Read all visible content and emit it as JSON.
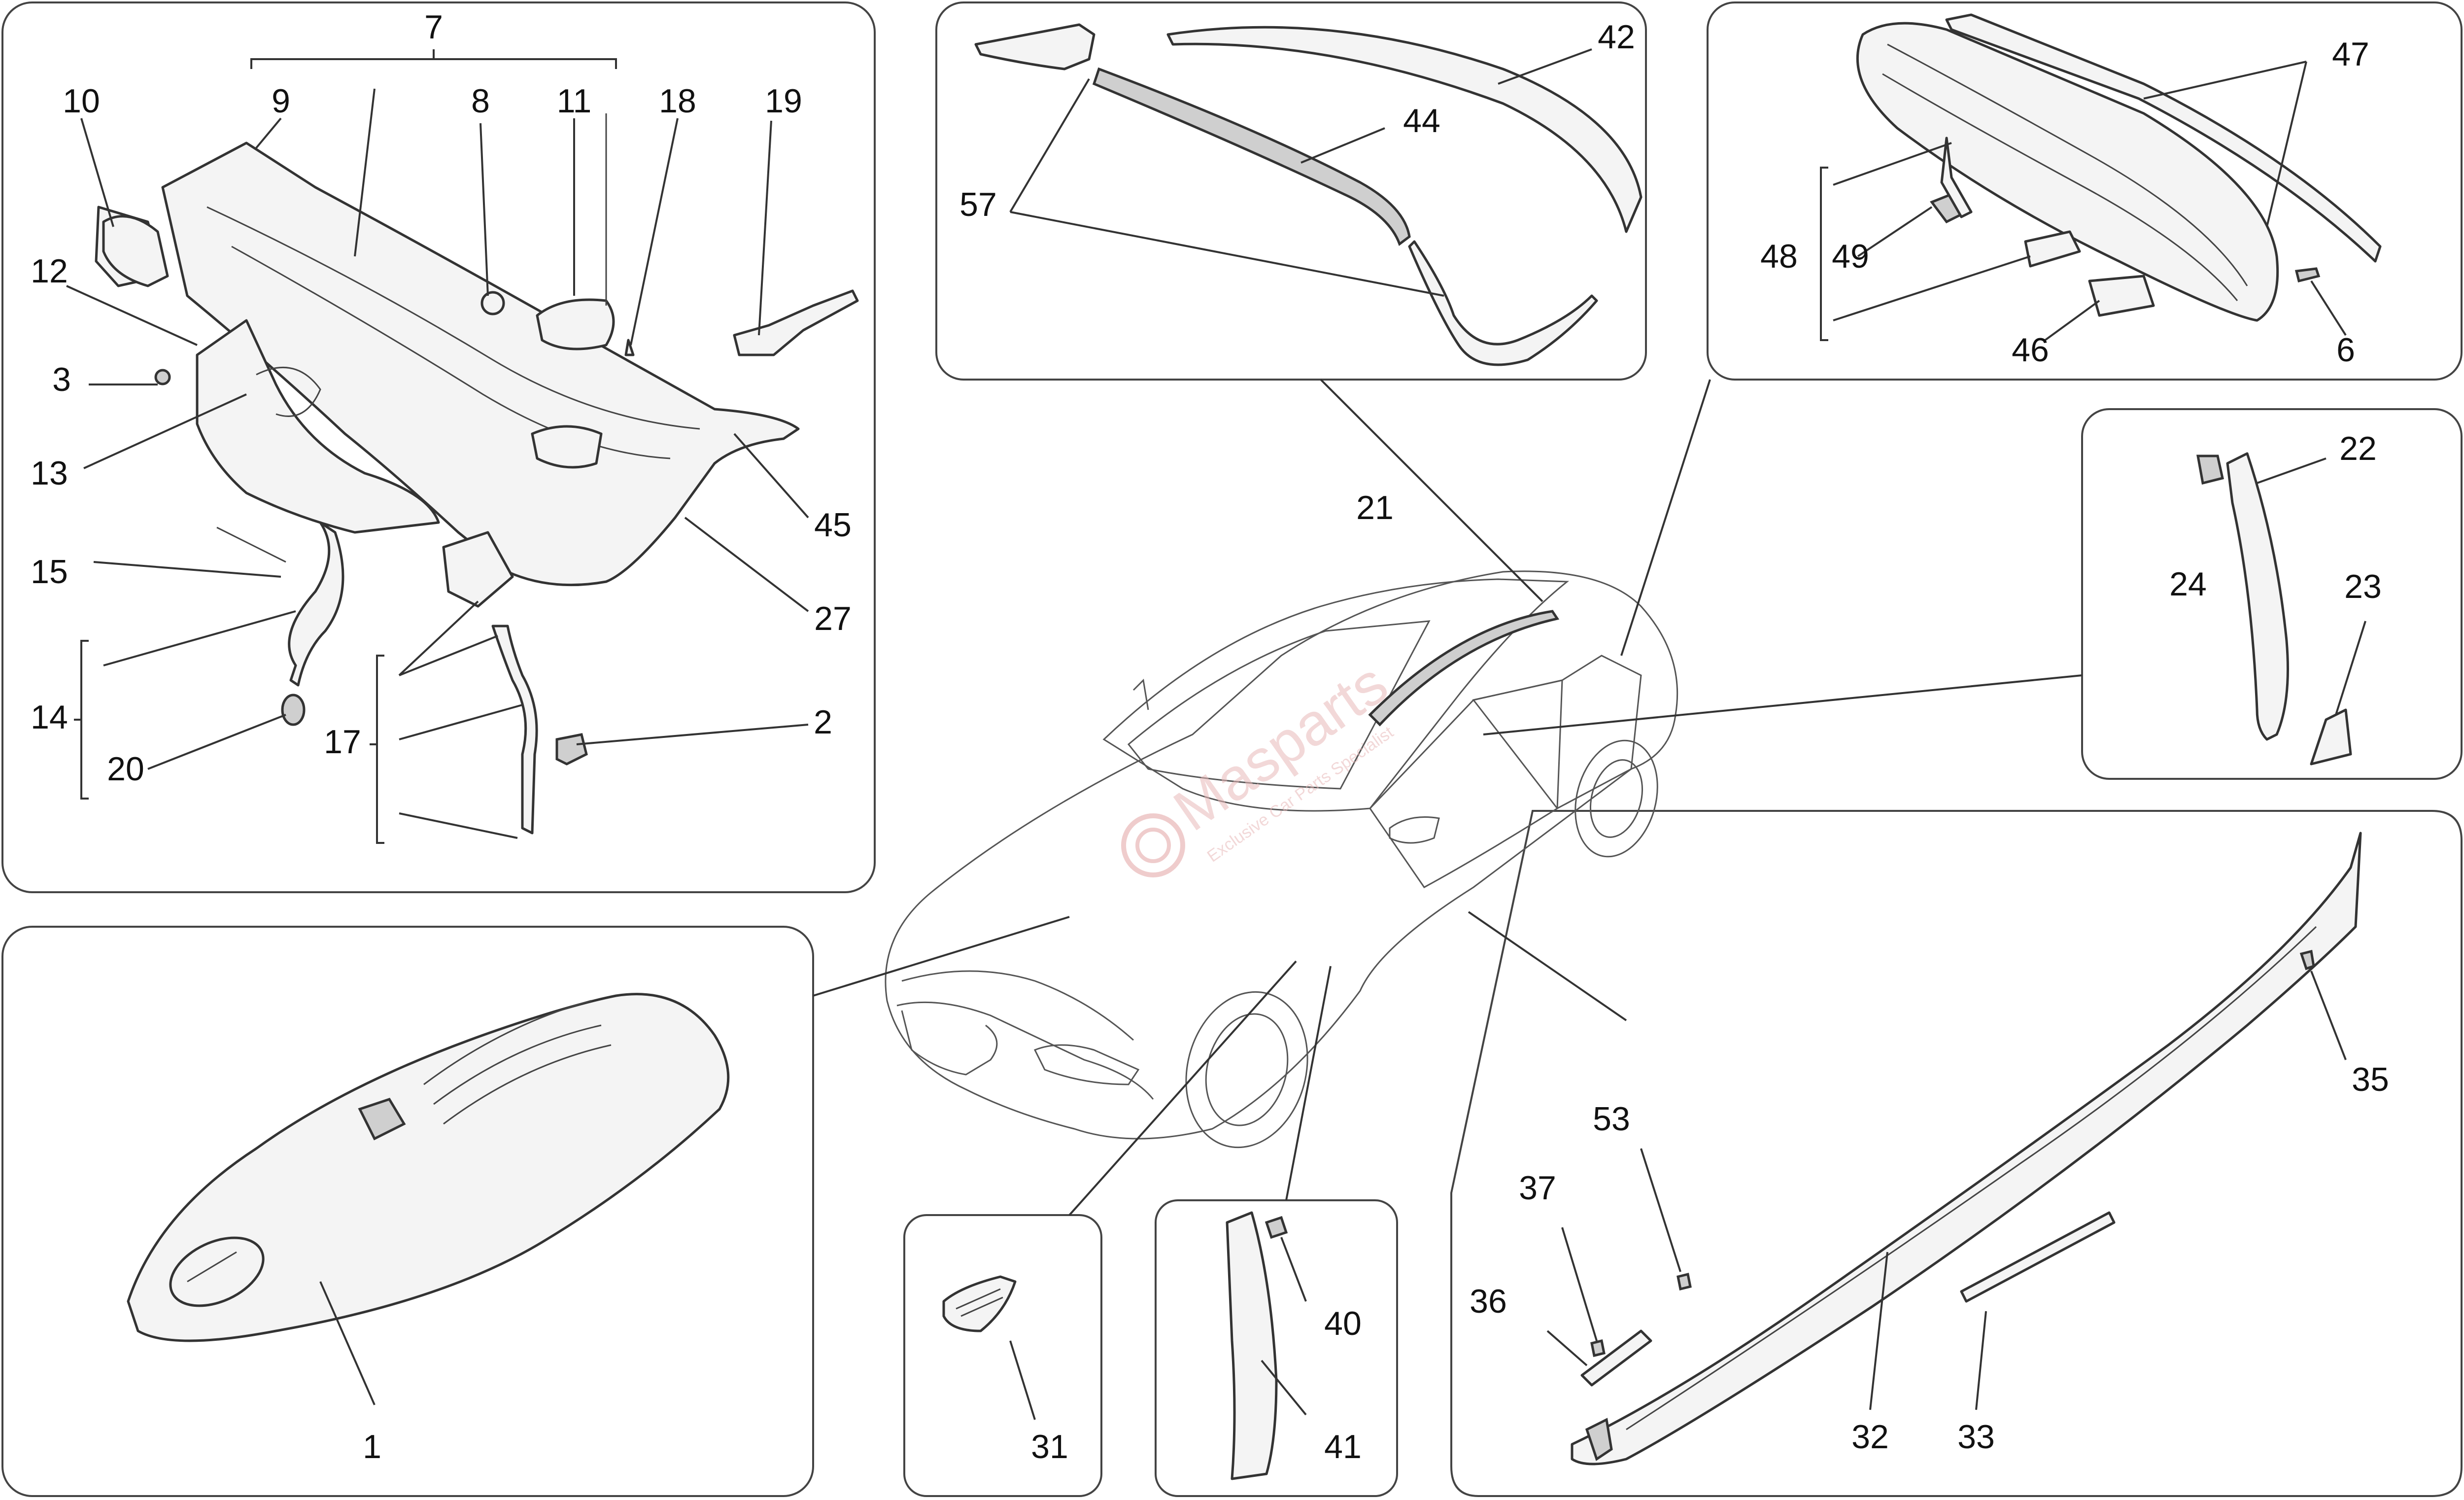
{
  "watermark": {
    "brand": "Masparts",
    "tagline": "Exclusive Car Parts Specialist",
    "color": "#d9534f"
  },
  "callouts": {
    "c1": "1",
    "c2": "2",
    "c3": "3",
    "c6": "6",
    "c7": "7",
    "c8": "8",
    "c9": "9",
    "c10": "10",
    "c11": "11",
    "c12": "12",
    "c13": "13",
    "c14": "14",
    "c15": "15",
    "c17": "17",
    "c18": "18",
    "c19": "19",
    "c20": "20",
    "c21": "21",
    "c22": "22",
    "c23": "23",
    "c24": "24",
    "c27": "27",
    "c31": "31",
    "c32": "32",
    "c33": "33",
    "c35": "35",
    "c36": "36",
    "c37": "37",
    "c40": "40",
    "c41": "41",
    "c42": "42",
    "c44": "44",
    "c45": "45",
    "c46": "46",
    "c47": "47",
    "c48": "48",
    "c49": "49",
    "c53": "53",
    "c57": "57"
  }
}
